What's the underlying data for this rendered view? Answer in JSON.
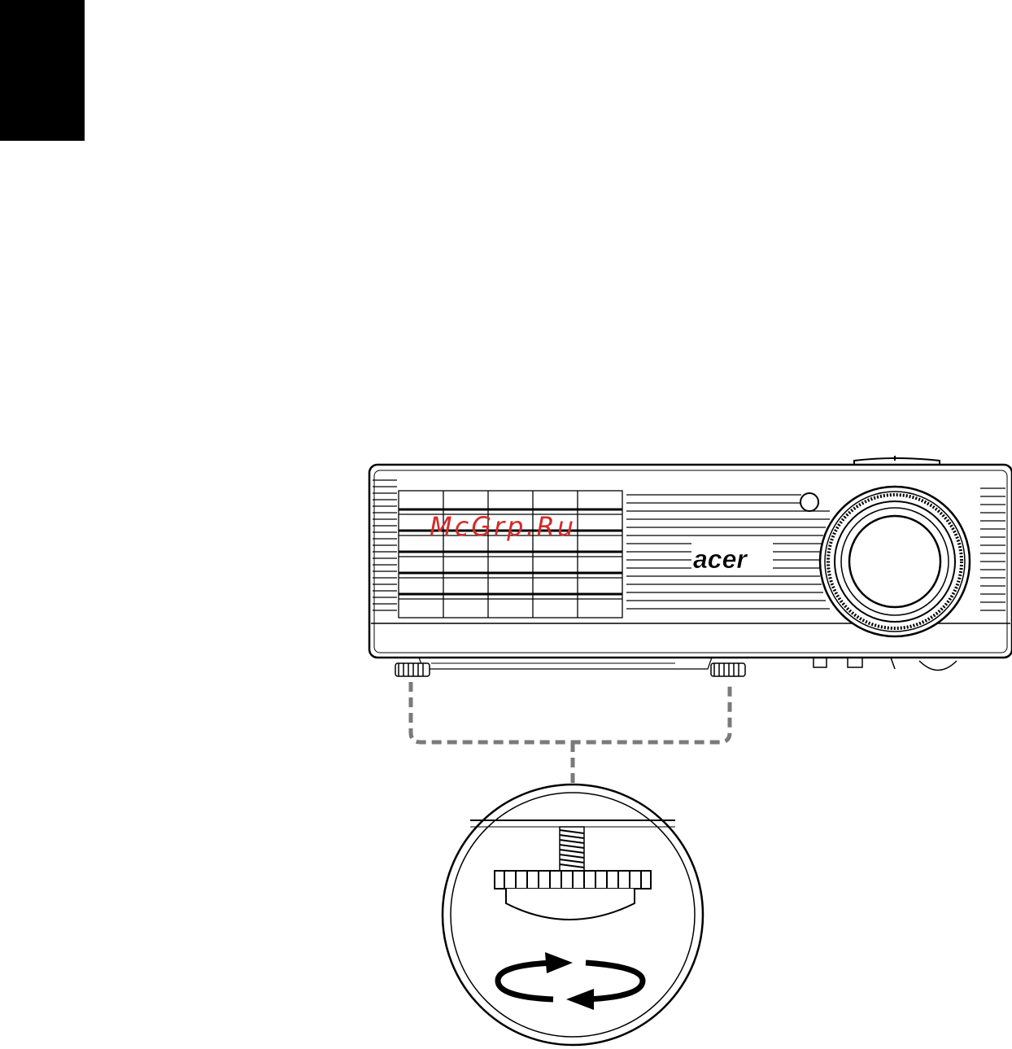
{
  "page": {
    "watermark_text": "McGrp.Ru",
    "watermark_color": "#d42a2a",
    "tab_color": "#000000",
    "line_color": "#000000",
    "dashed_connector_color": "#7a7a7a"
  },
  "projector": {
    "logo_text": "acer"
  },
  "detail_view": {
    "subject": "elevator-foot-adjuster",
    "rotation_icon": "two-way-rotation-arrows-icon"
  }
}
